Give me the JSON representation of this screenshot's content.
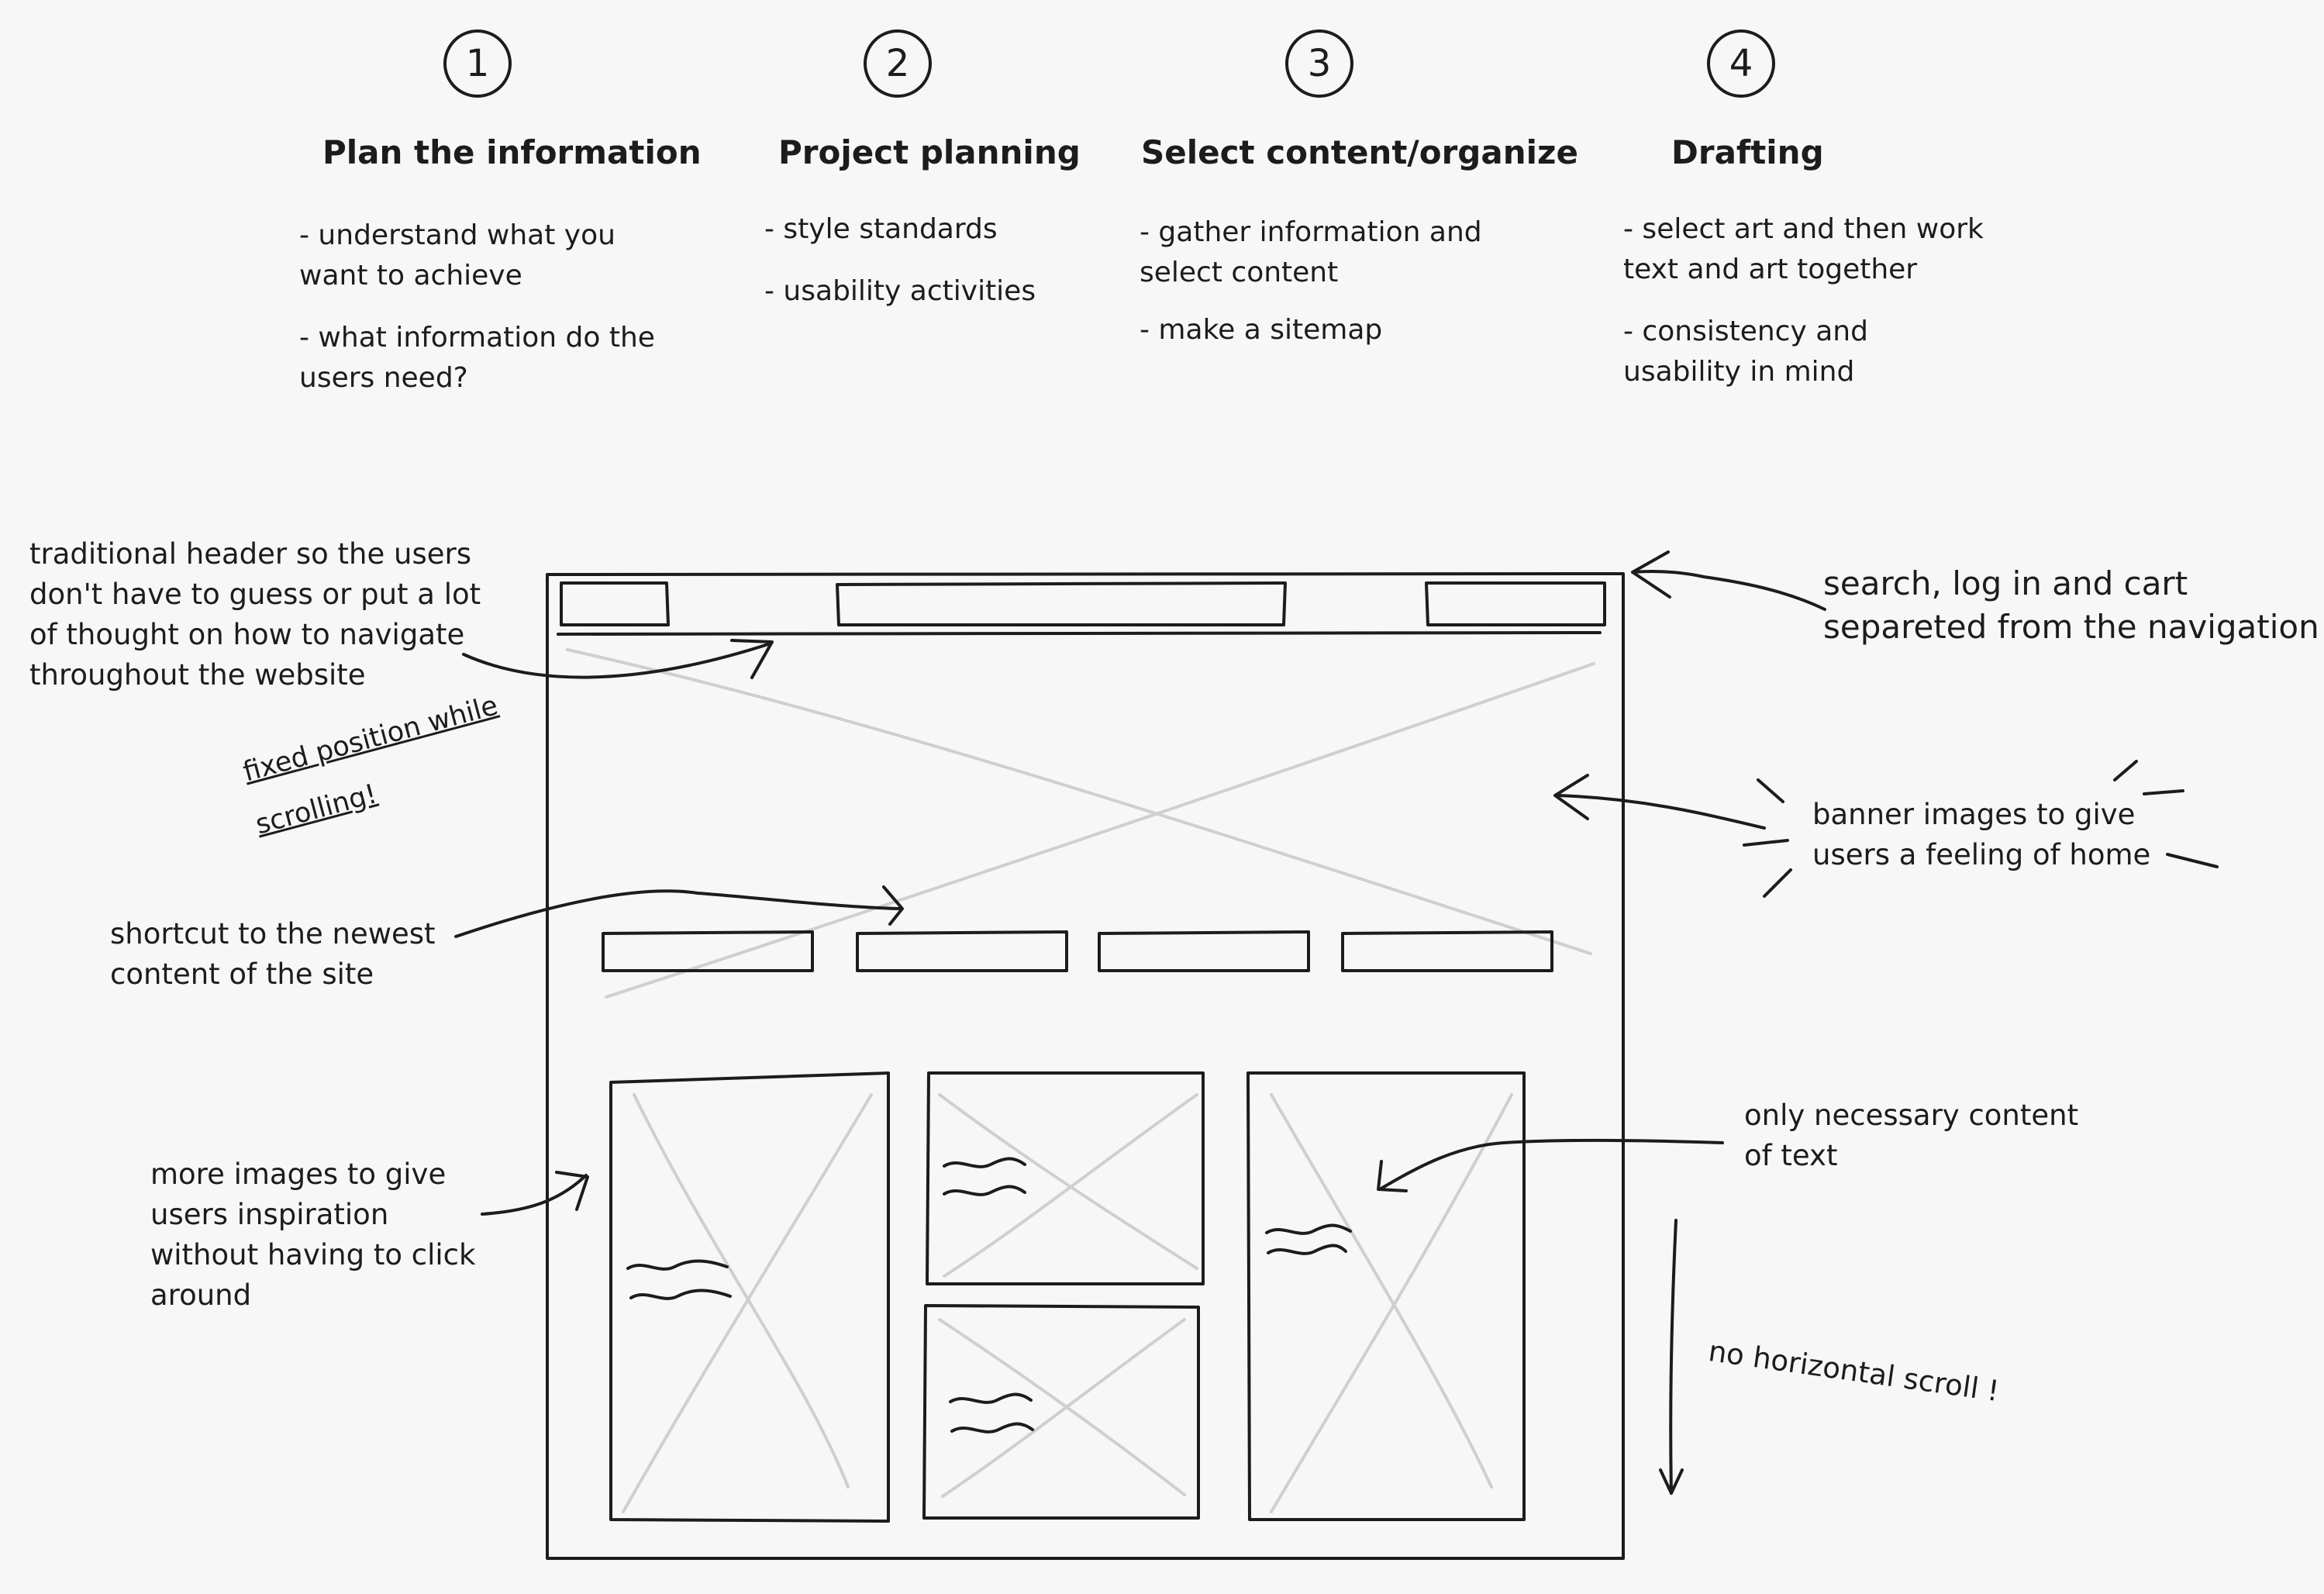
{
  "steps": [
    {
      "number": "1",
      "title": "Plan the information",
      "bullets": [
        "- understand what you",
        "want to achieve",
        "- what information do the",
        "users need?"
      ]
    },
    {
      "number": "2",
      "title": "Project planning",
      "bullets": [
        "- style standards",
        "- usability activities"
      ]
    },
    {
      "number": "3",
      "title": "Select content/organize",
      "bullets": [
        "- gather information and",
        "select content",
        "- make a sitemap"
      ]
    },
    {
      "number": "4",
      "title": "Drafting",
      "bullets": [
        "- select art and then work",
        "text and art together",
        "- consistency and",
        "usability in mind"
      ]
    }
  ],
  "annotations": {
    "header_note": [
      "traditional header so the users",
      "don't have to guess or put a lot",
      "of thought on how to navigate",
      "throughout the website"
    ],
    "fixed_note": [
      "fixed position while",
      "scrolling!"
    ],
    "shortcut_note": [
      "shortcut to the newest",
      "content of the site"
    ],
    "images_note": [
      "more images to give",
      "users inspiration",
      "without having to click",
      "around"
    ],
    "search_note": [
      "search, log in and cart",
      "separeted from the navigation"
    ],
    "banner_note": [
      "banner images to give",
      "users a feeling of home"
    ],
    "text_note": [
      "only necessary content",
      "of text"
    ],
    "scroll_note": "no horizontal scroll !"
  },
  "colors": {
    "ink": "#1c1c1c",
    "placeholder": "#cfcfcf",
    "background": "#f7f7f8"
  }
}
